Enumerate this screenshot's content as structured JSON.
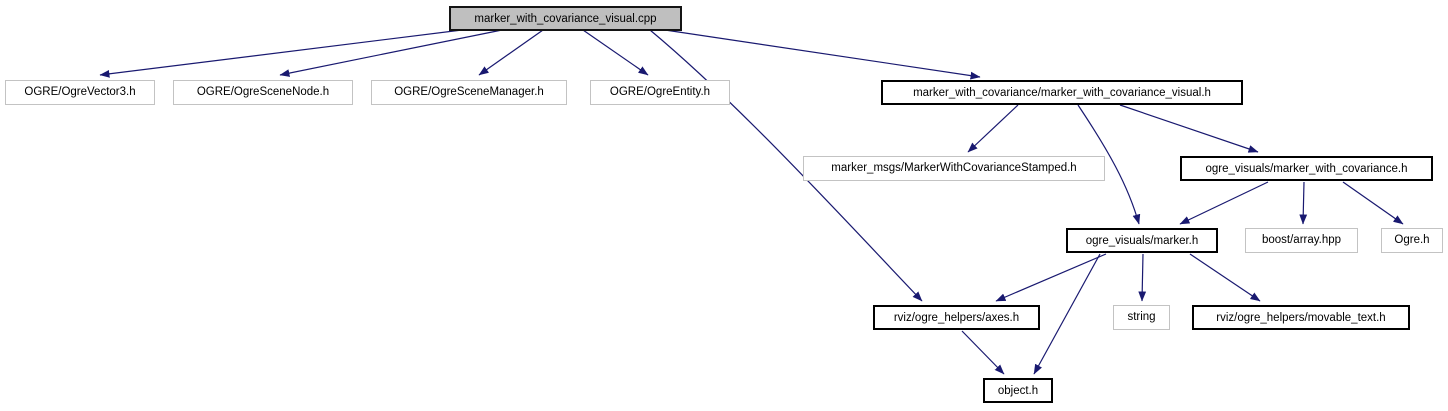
{
  "graph": {
    "type": "include-dependency-graph",
    "edge_color": "#191970",
    "main_node_fill": "#bfbfbf",
    "documented_node_border": "#000000",
    "external_node_border": "#c3c3c3",
    "nodes": [
      {
        "id": "cpp",
        "label": "marker_with_covariance_visual.cpp",
        "kind": "main"
      },
      {
        "id": "ogre-vector3",
        "label": "OGRE/OgreVector3.h",
        "kind": "external"
      },
      {
        "id": "ogre-scenenode",
        "label": "OGRE/OgreSceneNode.h",
        "kind": "external"
      },
      {
        "id": "ogre-scenemgr",
        "label": "OGRE/OgreSceneManager.h",
        "kind": "external"
      },
      {
        "id": "ogre-entity",
        "label": "OGRE/OgreEntity.h",
        "kind": "external"
      },
      {
        "id": "mwc-visual-h",
        "label": "marker_with_covariance/marker_with_covariance_visual.h",
        "kind": "documented"
      },
      {
        "id": "marker-msgs",
        "label": "marker_msgs/MarkerWithCovarianceStamped.h",
        "kind": "external"
      },
      {
        "id": "mwc-h",
        "label": "ogre_visuals/marker_with_covariance.h",
        "kind": "documented"
      },
      {
        "id": "marker-h",
        "label": "ogre_visuals/marker.h",
        "kind": "documented"
      },
      {
        "id": "boost-array",
        "label": "boost/array.hpp",
        "kind": "external"
      },
      {
        "id": "ogre-h",
        "label": "Ogre.h",
        "kind": "external"
      },
      {
        "id": "axes-h",
        "label": "rviz/ogre_helpers/axes.h",
        "kind": "documented"
      },
      {
        "id": "string",
        "label": "string",
        "kind": "external"
      },
      {
        "id": "movable-text",
        "label": "rviz/ogre_helpers/movable_text.h",
        "kind": "documented"
      },
      {
        "id": "object-h",
        "label": "object.h",
        "kind": "documented"
      }
    ],
    "edges": [
      {
        "from": "cpp",
        "to": "ogre-vector3"
      },
      {
        "from": "cpp",
        "to": "ogre-scenenode"
      },
      {
        "from": "cpp",
        "to": "ogre-scenemgr"
      },
      {
        "from": "cpp",
        "to": "ogre-entity"
      },
      {
        "from": "cpp",
        "to": "mwc-visual-h"
      },
      {
        "from": "cpp",
        "to": "axes-h"
      },
      {
        "from": "mwc-visual-h",
        "to": "marker-msgs"
      },
      {
        "from": "mwc-visual-h",
        "to": "mwc-h"
      },
      {
        "from": "mwc-visual-h",
        "to": "marker-h"
      },
      {
        "from": "mwc-h",
        "to": "marker-h"
      },
      {
        "from": "mwc-h",
        "to": "boost-array"
      },
      {
        "from": "mwc-h",
        "to": "ogre-h"
      },
      {
        "from": "marker-h",
        "to": "axes-h"
      },
      {
        "from": "marker-h",
        "to": "string"
      },
      {
        "from": "marker-h",
        "to": "movable-text"
      },
      {
        "from": "marker-h",
        "to": "object-h"
      },
      {
        "from": "axes-h",
        "to": "object-h"
      }
    ]
  }
}
